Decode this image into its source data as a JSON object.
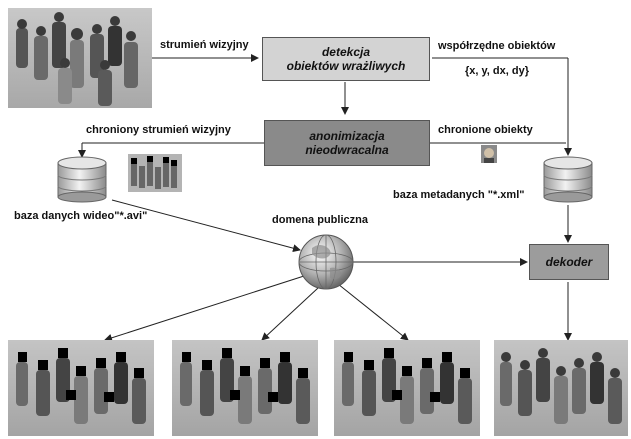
{
  "labels": {
    "input_stream": "strumień wizyjny",
    "object_coords": "współrzędne obiektów",
    "coords_tuple": "{x, y, dx, dy}",
    "protected_stream": "chroniony strumień wizyjny",
    "protected_objects": "chronione obiekty",
    "video_db": "baza danych wideo\"*.avi\"",
    "metadata_db": "baza metadanych \"*.xml\"",
    "public_domain": "domena publiczna"
  },
  "boxes": {
    "detection_line1": "detekcja",
    "detection_line2": "obiektów wrażliwych",
    "anon_line1": "anonimizacja",
    "anon_line2": "nieodwracalna",
    "decoder": "dekoder"
  },
  "colors": {
    "detection_box": "#d3d3d3",
    "anon_box": "#8a8a8a",
    "decoder_box": "#9c9c9c",
    "arrow": "#222222"
  }
}
